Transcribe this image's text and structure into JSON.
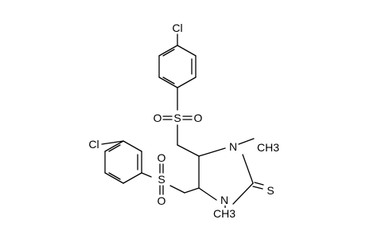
{
  "molecule": {
    "atoms": {
      "cl_top": "Cl",
      "s_top": "S",
      "o_top_left": "O",
      "o_top_right": "O",
      "cl_left": "Cl",
      "s_left": "S",
      "o_left_top": "O",
      "o_left_bottom": "O",
      "n_upper": "N",
      "methyl_upper": "CH3",
      "n_lower": "N",
      "methyl_lower": "CH3",
      "s_thione": "S"
    }
  }
}
